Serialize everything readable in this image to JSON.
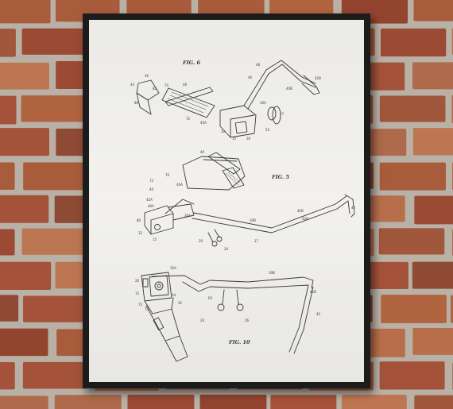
{
  "poster": {
    "figures": [
      {
        "label": "FIG. 6"
      },
      {
        "label": "FIG. 5"
      },
      {
        "label": "FIG. 10"
      }
    ]
  },
  "colors": {
    "frame": "#1c1c1c",
    "mat": "#eeede9",
    "ink": "#3a3a3a",
    "brick": "#a8583a",
    "mortar": "#b9b1a6"
  }
}
